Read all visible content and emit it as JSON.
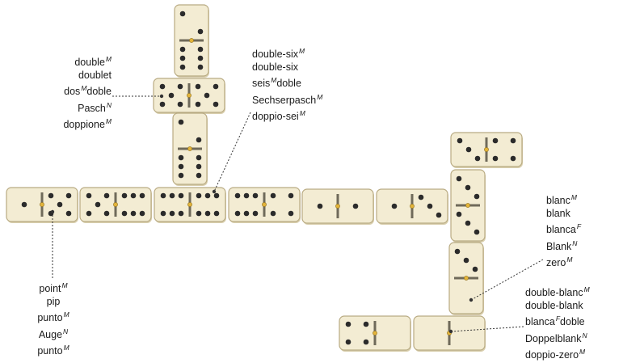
{
  "labels": {
    "double": [
      {
        "word": "double",
        "gender": "M"
      },
      {
        "word": "doublet",
        "gender": ""
      },
      {
        "word": "dos",
        "gender": "M",
        "suffix": "doble"
      },
      {
        "word": "Pasch",
        "gender": "N"
      },
      {
        "word": "doppione",
        "gender": "M"
      }
    ],
    "double_six": [
      {
        "word": "double-six",
        "gender": "M"
      },
      {
        "word": "double-six",
        "gender": ""
      },
      {
        "word": "seis",
        "gender": "M",
        "suffix": "doble"
      },
      {
        "word": "Sechserpasch",
        "gender": "M"
      },
      {
        "word": "doppio-sei",
        "gender": "M"
      }
    ],
    "point": [
      {
        "word": "point",
        "gender": "M"
      },
      {
        "word": "pip",
        "gender": ""
      },
      {
        "word": "punto",
        "gender": "M"
      },
      {
        "word": "Auge",
        "gender": "N"
      },
      {
        "word": "punto",
        "gender": "M"
      }
    ],
    "blank": [
      {
        "word": "blanc",
        "gender": "M"
      },
      {
        "word": "blank",
        "gender": ""
      },
      {
        "word": "blanca",
        "gender": "F"
      },
      {
        "word": "Blank",
        "gender": "N"
      },
      {
        "word": "zero",
        "gender": "M"
      }
    ],
    "double_blank": [
      {
        "word": "double-blanc",
        "gender": "M"
      },
      {
        "word": "double-blank",
        "gender": ""
      },
      {
        "word": "blanca",
        "gender": "F",
        "suffix": "doble"
      },
      {
        "word": "Doppelblank",
        "gender": "N"
      },
      {
        "word": "doppio-zero",
        "gender": "M"
      }
    ]
  },
  "dominoes": [
    {
      "id": "v-top",
      "orientation": "v",
      "ends": [
        2,
        6
      ]
    },
    {
      "id": "h-double-five",
      "orientation": "h",
      "ends": [
        5,
        5
      ]
    },
    {
      "id": "v-under-double",
      "orientation": "v",
      "ends": [
        2,
        6
      ]
    },
    {
      "id": "h-row-1",
      "orientation": "h",
      "ends": [
        1,
        5
      ]
    },
    {
      "id": "h-row-2",
      "orientation": "h",
      "ends": [
        5,
        6
      ]
    },
    {
      "id": "h-double-six",
      "orientation": "h",
      "ends": [
        6,
        6
      ]
    },
    {
      "id": "h-row-4",
      "orientation": "h",
      "ends": [
        6,
        4
      ]
    },
    {
      "id": "h-row-5",
      "orientation": "h",
      "ends": [
        1,
        1
      ]
    },
    {
      "id": "h-row-6",
      "orientation": "h",
      "ends": [
        1,
        3
      ]
    },
    {
      "id": "v-right-1",
      "orientation": "v",
      "ends": [
        3,
        3
      ]
    },
    {
      "id": "h-top-right",
      "orientation": "h",
      "ends": [
        3,
        4
      ]
    },
    {
      "id": "v-right-2",
      "orientation": "v",
      "ends": [
        3,
        0
      ]
    },
    {
      "id": "h-bottom-1",
      "orientation": "h",
      "ends": [
        4,
        0
      ]
    },
    {
      "id": "h-double-blank",
      "orientation": "h",
      "ends": [
        0,
        0
      ]
    }
  ],
  "colors": {
    "tile_fill": "#f3ecd3",
    "tile_edge": "#b9ab83",
    "tile_shadow": "#d9cfae",
    "pip": "#2b2b2b",
    "divider": "#6f6a5a",
    "pin": "#e3b43a",
    "leader": "#333333"
  }
}
